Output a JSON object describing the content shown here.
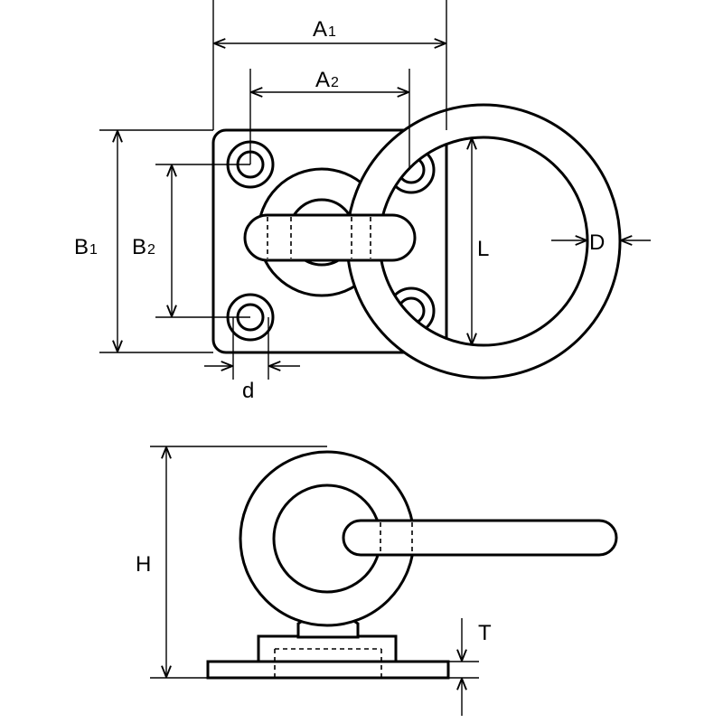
{
  "labels": {
    "A1": {
      "main": "A",
      "sub": "1"
    },
    "A2": {
      "main": "A",
      "sub": "2"
    },
    "B1": {
      "main": "B",
      "sub": "1"
    },
    "B2": {
      "main": "B",
      "sub": "2"
    },
    "L": "L",
    "D": "D",
    "d": "d",
    "H": "H",
    "T": "T"
  },
  "colors": {
    "line": "#000000",
    "background": "#ffffff"
  }
}
